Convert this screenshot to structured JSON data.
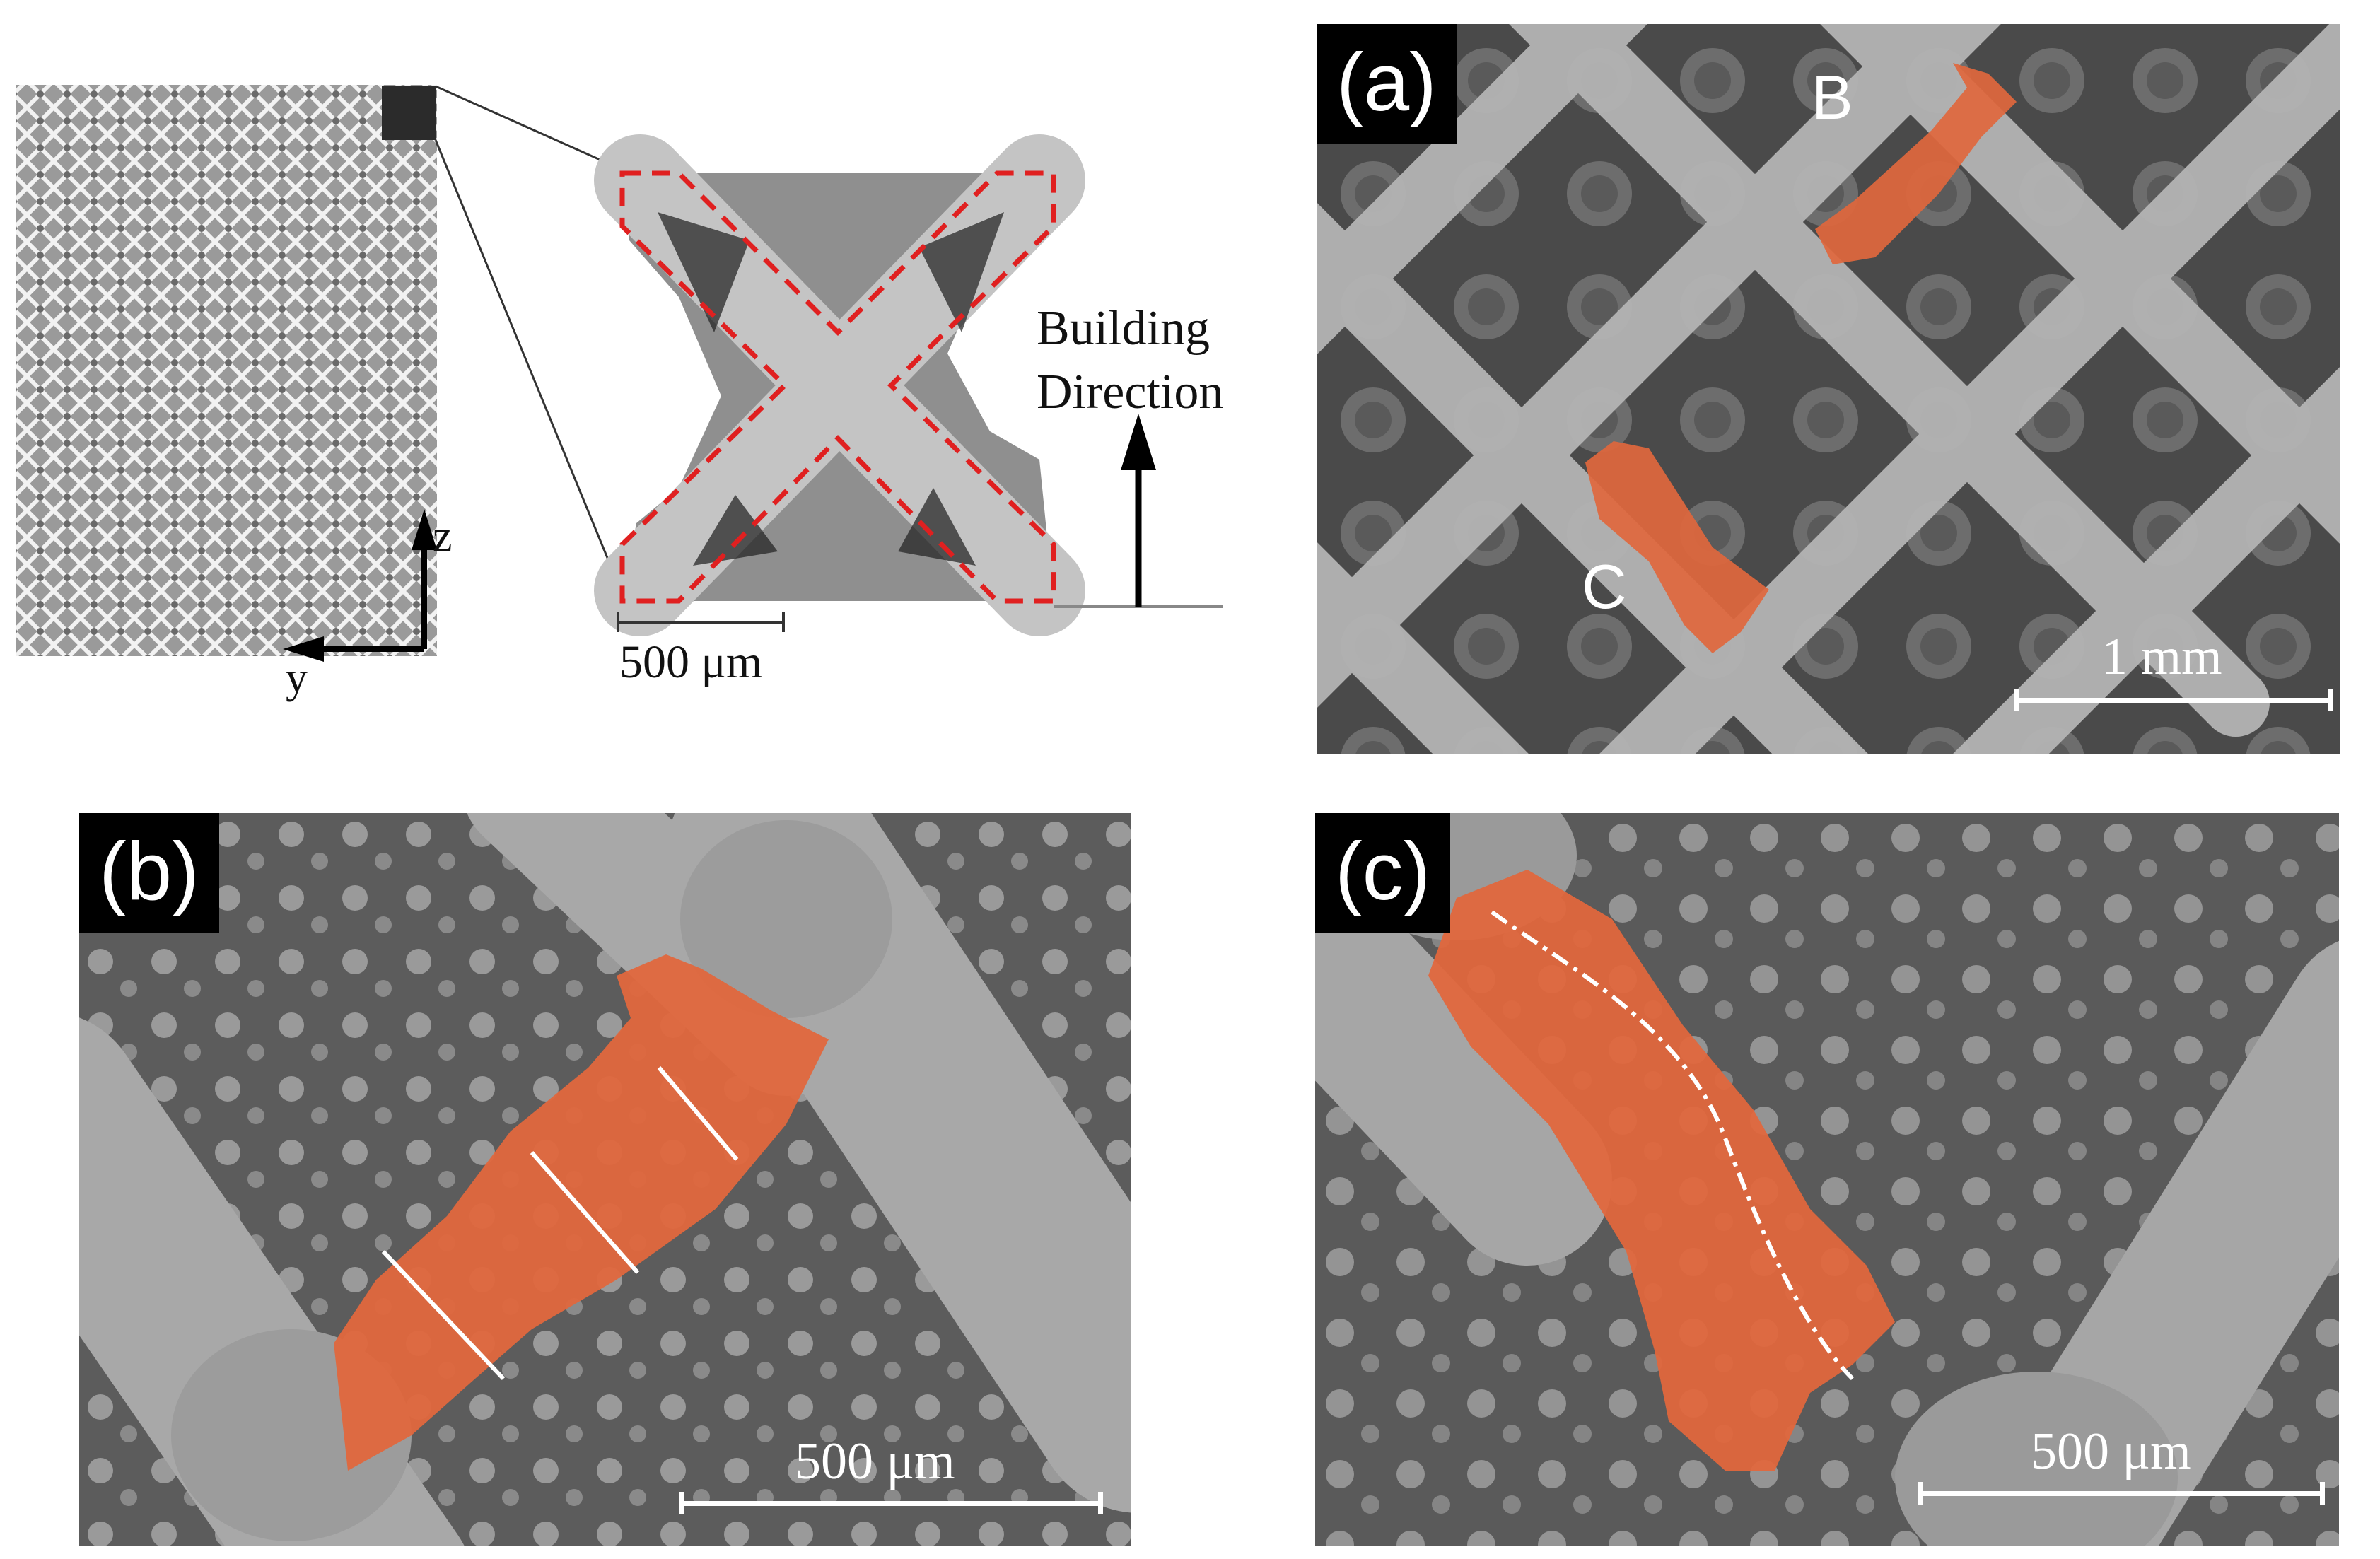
{
  "panels": {
    "overview": {
      "axis_z": "z",
      "axis_y": "y",
      "scale_label": "500 μm",
      "building_direction": [
        "Building",
        "Direction"
      ]
    },
    "a": {
      "tag": "(a)",
      "label_b": "B",
      "label_c": "C",
      "scale_label": "1 mm"
    },
    "b": {
      "tag": "(b)",
      "scale_label": "500 μm"
    },
    "c": {
      "tag": "(c)",
      "scale_label": "500 μm"
    }
  },
  "colors": {
    "highlight": "#e0673d",
    "crosssection_outline": "#e02020",
    "sem_background": "#6f6f6f"
  }
}
